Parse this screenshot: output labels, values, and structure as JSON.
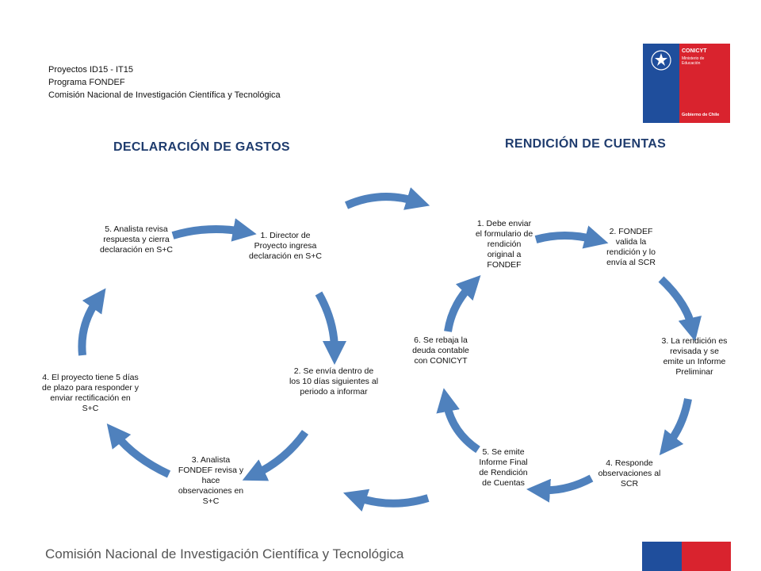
{
  "header": {
    "line1": "Proyectos ID15 - IT15",
    "line2": "Programa FONDEF",
    "line3": "Comisión Nacional de Investigación Científica y Tecnológica"
  },
  "logo": {
    "name": "CONICYT",
    "sub1": "Ministerio de",
    "sub2": "Educación",
    "gov": "Gobierno de Chile"
  },
  "left_cycle": {
    "title": "DECLARACIÓN DE GASTOS",
    "steps": [
      "1. Director de Proyecto ingresa declaración en S+C",
      "2. Se envía dentro de los 10 días siguientes al periodo a informar",
      "3. Analista FONDEF revisa y hace observaciones en S+C",
      "4. El proyecto tiene 5 días de plazo para responder y enviar rectificación en S+C",
      "5. Analista revisa respuesta y cierra declaración en S+C"
    ]
  },
  "right_cycle": {
    "title": "RENDICIÓN DE CUENTAS",
    "steps": [
      "1. Debe enviar el formulario de rendición original a FONDEF",
      "2. FONDEF valida la rendición y lo envía al SCR",
      "3. La rendición es revisada y se emite un Informe Preliminar",
      "4. Responde observaciones al SCR",
      "5. Se emite Informe Final de Rendición de Cuentas",
      "6. Se rebaja la deuda contable con CONICYT"
    ]
  },
  "footer": {
    "text": "Comisión Nacional de Investigación Científica y Tecnológica"
  },
  "colors": {
    "arrow": "#4f81bd",
    "title": "#1f3c6e",
    "flag_blue": "#1f4e9c",
    "flag_red": "#d9232e"
  }
}
